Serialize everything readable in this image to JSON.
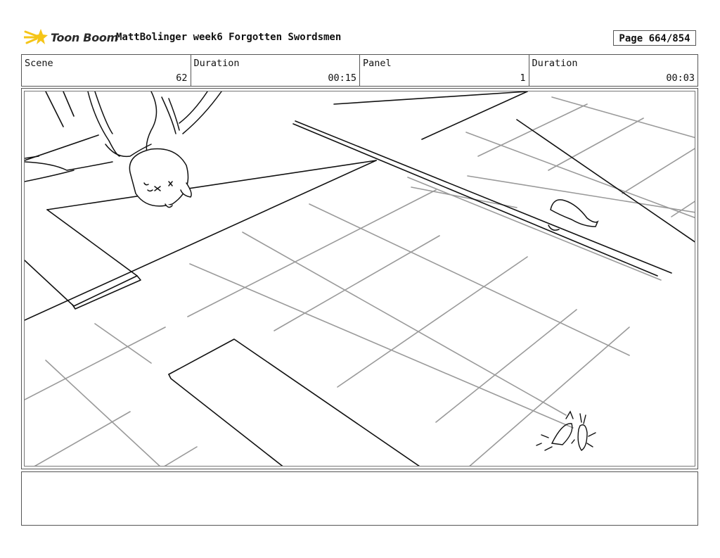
{
  "header": {
    "logo_text": "Toon Boom",
    "title": "MattBolinger week6 Forgotten Swordsmen",
    "page": "Page 664/854"
  },
  "info": {
    "scene_label": "Scene",
    "scene_value": "62",
    "duration_label": "Duration",
    "duration_value": "00:15",
    "panel_label": "Panel",
    "panel_value": "1",
    "panel_duration_label": "Duration",
    "panel_duration_value": "00:03"
  },
  "colors": {
    "logo_star": "#f5c518",
    "frame_border": "#555555"
  },
  "notes": {
    "text": ""
  }
}
